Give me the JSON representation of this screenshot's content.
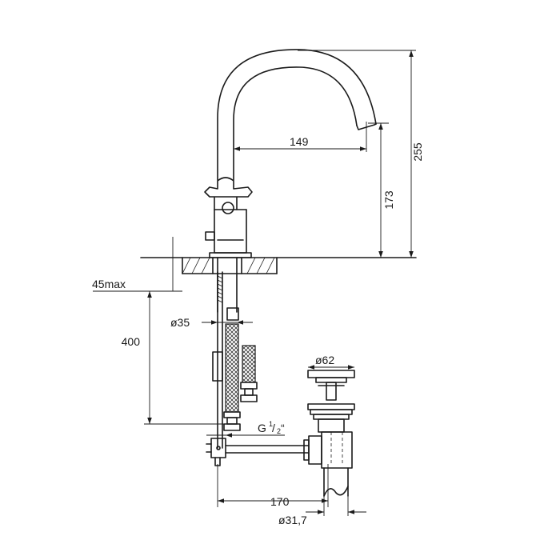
{
  "dimensions": {
    "spout_reach": "149",
    "spout_height": "173",
    "total_height": "255",
    "deck_thickness": "45max",
    "hose_length": "400",
    "hole_diameter": "ø35",
    "waste_diameter": "ø62",
    "connection_thread": "G",
    "thread_num": "1",
    "thread_den": "2",
    "thread_mark": "“",
    "rod_distance": "170",
    "tail_diameter": "ø31,7"
  }
}
